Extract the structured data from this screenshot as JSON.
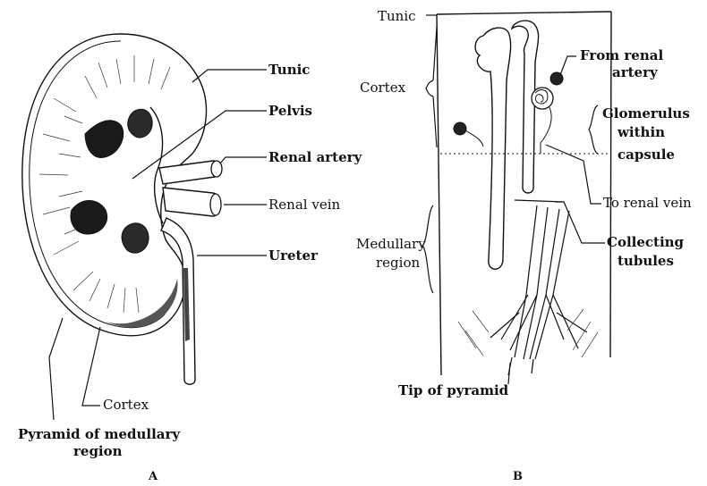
{
  "panel_a": {
    "letter": "A",
    "labels": {
      "tunic": "Tunic",
      "pelvis": "Pelvis",
      "renal_artery": "Renal artery",
      "renal_vein": "Renal vein",
      "ureter": "Ureter",
      "cortex": "Cortex",
      "pyramid_line1": "Pyramid of medullary",
      "pyramid_line2": "region"
    }
  },
  "panel_b": {
    "letter": "B",
    "labels": {
      "tunic": "Tunic",
      "cortex": "Cortex",
      "from_renal_line1": "From renal",
      "from_renal_line2": "artery",
      "glomerulus_line1": "Glomerulus",
      "glomerulus_line2": "within",
      "glomerulus_line3": "capsule",
      "to_renal_vein": "To renal vein",
      "medullary_line1": "Medullary",
      "medullary_line2": "region",
      "collecting_line1": "Collecting",
      "collecting_line2": "tubules",
      "tip_of_pyramid": "Tip of pyramid"
    }
  }
}
